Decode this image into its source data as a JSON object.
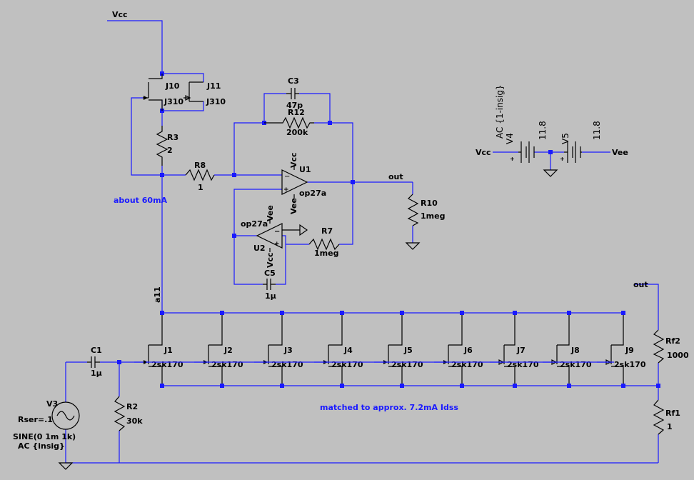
{
  "nets": {
    "vcc": "Vcc",
    "vee": "Vee",
    "out": "out",
    "a11": "a11"
  },
  "notes": {
    "current": "about 60mA",
    "matched": "matched to approx. 7.2mA Idss"
  },
  "components": {
    "J10": {
      "name": "J10"
    },
    "J11": {
      "name": "J11"
    },
    "J310a": {
      "model": "J310"
    },
    "J310b": {
      "model": "J310"
    },
    "R3": {
      "name": "R3",
      "value": "2"
    },
    "R8": {
      "name": "R8",
      "value": "1"
    },
    "C3": {
      "name": "C3",
      "value": "47p"
    },
    "R12": {
      "name": "R12",
      "value": "200k"
    },
    "U1": {
      "name": "U1",
      "model": "op27a",
      "vcc": "Vcc",
      "vee": "Vee"
    },
    "U2": {
      "name": "U2",
      "model": "op27a",
      "vcc": "Vcc",
      "vee": "Vee"
    },
    "R7": {
      "name": "R7",
      "value": "1meg"
    },
    "C5": {
      "name": "C5",
      "value": "1µ"
    },
    "R10": {
      "name": "R10",
      "value": "1meg"
    },
    "V4": {
      "name": "V4",
      "value": "11.8",
      "ac": "AC {1-insig}"
    },
    "V5": {
      "name": "V5",
      "value": "11.8"
    },
    "C1": {
      "name": "C1",
      "value": "1µ"
    },
    "R2": {
      "name": "R2",
      "value": "30k"
    },
    "V3": {
      "name": "V3",
      "rser": "Rser=.1",
      "sine": "SINE(0 1m 1k)",
      "ac": "AC {insig}"
    },
    "Rf2": {
      "name": "Rf2",
      "value": "1000"
    },
    "Rf1": {
      "name": "Rf1",
      "value": "1"
    }
  },
  "jfets": [
    {
      "name": "J1",
      "model": "2sk170"
    },
    {
      "name": "J2",
      "model": "2sk170"
    },
    {
      "name": "J3",
      "model": "2sk170"
    },
    {
      "name": "J4",
      "model": "2sk170"
    },
    {
      "name": "J5",
      "model": "2sk170"
    },
    {
      "name": "J6",
      "model": "2sk170"
    },
    {
      "name": "J7",
      "model": "2sk170"
    },
    {
      "name": "J8",
      "model": "2sk170"
    },
    {
      "name": "J9",
      "model": "2sk170"
    }
  ]
}
